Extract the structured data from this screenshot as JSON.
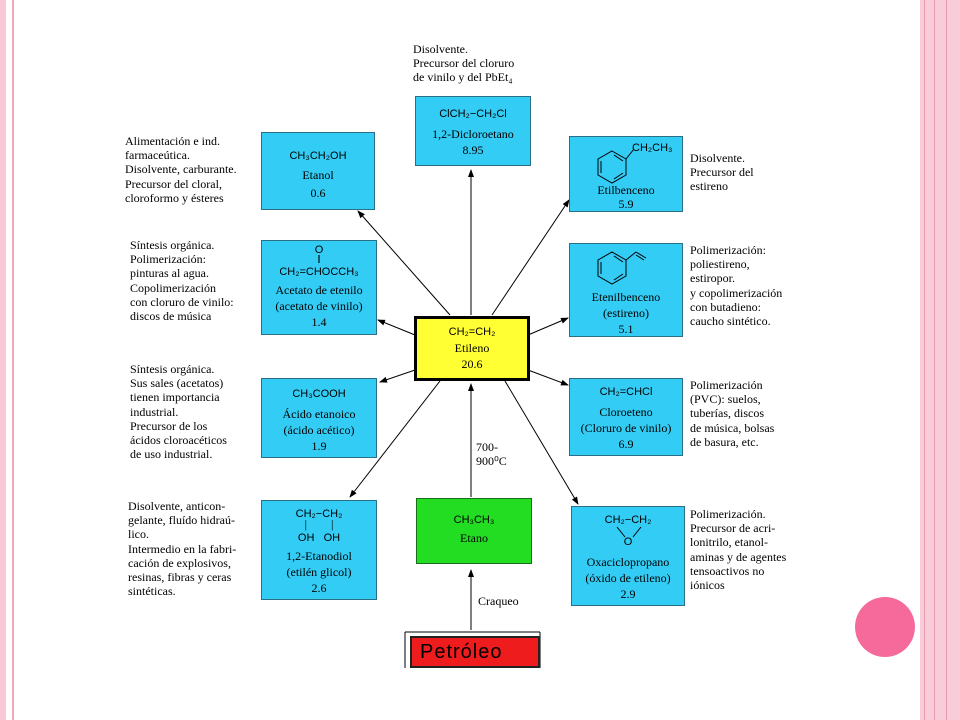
{
  "center": {
    "formula": "CH₂=CH₂",
    "name": "Etileno",
    "value": "20.6"
  },
  "top": {
    "formula": "ClCH₂−CH₂Cl",
    "name": "1,2-Dicloroetano",
    "value": "8.95",
    "note": [
      "Disolvente.",
      "Precursor del cloruro",
      "de vinilo y del PbEt₄"
    ]
  },
  "ethanol": {
    "formula": "CH₃CH₂OH",
    "name": "Etanol",
    "value": "0.6",
    "note": [
      "Alimentación e ind.",
      "farmaceútica.",
      "Disolvente, carburante.",
      "Precursor del cloral,",
      "cloroformo y ésteres"
    ]
  },
  "vinyl_acetate": {
    "formula_o": "O",
    "formula": "CH₂=CHOCCH₃",
    "name": "Acetato de etenilo",
    "name2": "(acetato de vinilo)",
    "value": "1.4",
    "note": [
      "Síntesis orgánica.",
      "Polimerización:",
      "pinturas al agua.",
      "Copolimerización",
      "con cloruro de vinilo:",
      "discos de música"
    ]
  },
  "acetic": {
    "formula": "CH₃COOH",
    "name": "Ácido etanoico",
    "name2": "(ácido acético)",
    "value": "1.9",
    "note": [
      "Síntesis orgánica.",
      "Sus sales (acetatos)",
      "tienen importancia",
      "industrial.",
      "Precursor de los",
      "ácidos cloroacéticos",
      "de uso industrial."
    ]
  },
  "glycol": {
    "formula_top": "CH₂−CH₂",
    "formula_bottom": "OH   OH",
    "name": "1,2-Etanodiol",
    "name2": "(etilén glicol)",
    "value": "2.6",
    "note": [
      "Disolvente, anticon-",
      "gelante, fluído hidraú-",
      "lico.",
      "Intermedio en la fabri-",
      "cación de explosivos,",
      "resinas, fibras y ceras",
      "sintéticas."
    ]
  },
  "ethylbenzene": {
    "formula": "CH₂CH₃",
    "name": "Etilbenceno",
    "value": "5.9",
    "note": [
      "Disolvente.",
      "Precursor del",
      "estireno"
    ]
  },
  "styrene": {
    "name": "Etenilbenceno",
    "name2": "(estireno)",
    "value": "5.1",
    "note": [
      "Polimerización:",
      "poliestireno,",
      "estiropor.",
      "y copolimerización",
      "con butadieno:",
      "caucho sintético."
    ]
  },
  "vinyl_chloride": {
    "formula": "CH₂=CHCl",
    "name": "Cloroeteno",
    "name2": "(Cloruro de vinilo)",
    "value": "6.9",
    "note": [
      "Polimerización",
      "(PVC): suelos,",
      "tuberías, discos",
      "de música, bolsas",
      "de basura, etc."
    ]
  },
  "oxirane": {
    "formula_top": "CH₂−CH₂",
    "formula_o": "O",
    "name": "Oxaciclopropano",
    "name2": "(óxido de etileno)",
    "value": "2.9",
    "note": [
      "Polimerización.",
      "Precursor de acri-",
      "lonitrilo, etanol-",
      "aminas y de agentes",
      "tensoactivos no",
      "iónicos"
    ]
  },
  "ethane": {
    "formula": "CH₃CH₃",
    "name": "Etano"
  },
  "cracking_temp": [
    "700-",
    "900⁰C"
  ],
  "cracking_label": "Craqueo",
  "petroleum": "Petróleo",
  "colors": {
    "product_box": "#33ccf5",
    "ethylene_box": "#ffff33",
    "ethane_box": "#22dd22",
    "petroleum_box": "#ee1c1c",
    "frame": "#f8ccd8",
    "frame_circle": "#f5699b"
  }
}
